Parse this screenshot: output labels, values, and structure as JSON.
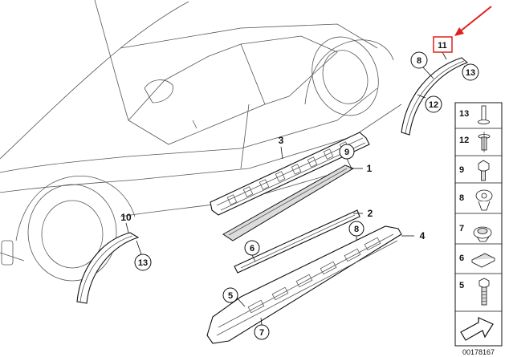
{
  "diagram": {
    "callouts": {
      "c1": "1",
      "c2": "2",
      "c3": "3",
      "c4": "4",
      "c5": "5",
      "c6": "6",
      "c7": "7",
      "c8_side": "8",
      "c8_top": "8",
      "c9": "9",
      "c10": "10",
      "c11": "11",
      "c12": "12",
      "c13_front": "13",
      "c13_rear": "13"
    },
    "legend": {
      "items": [
        {
          "number": "13",
          "icon": "pin-clip-icon"
        },
        {
          "number": "12",
          "icon": "rivet-clip-icon"
        },
        {
          "number": "9",
          "icon": "hex-screw-icon"
        },
        {
          "number": "8",
          "icon": "expanding-rivet-icon"
        },
        {
          "number": "7",
          "icon": "push-clip-icon"
        },
        {
          "number": "6",
          "icon": "adhesive-pad-icon"
        },
        {
          "number": "5",
          "icon": "bolt-icon"
        }
      ],
      "footer_icon": "arrow-icon"
    },
    "drawing_number": "00178167",
    "highlight_color": "#e0201c"
  }
}
